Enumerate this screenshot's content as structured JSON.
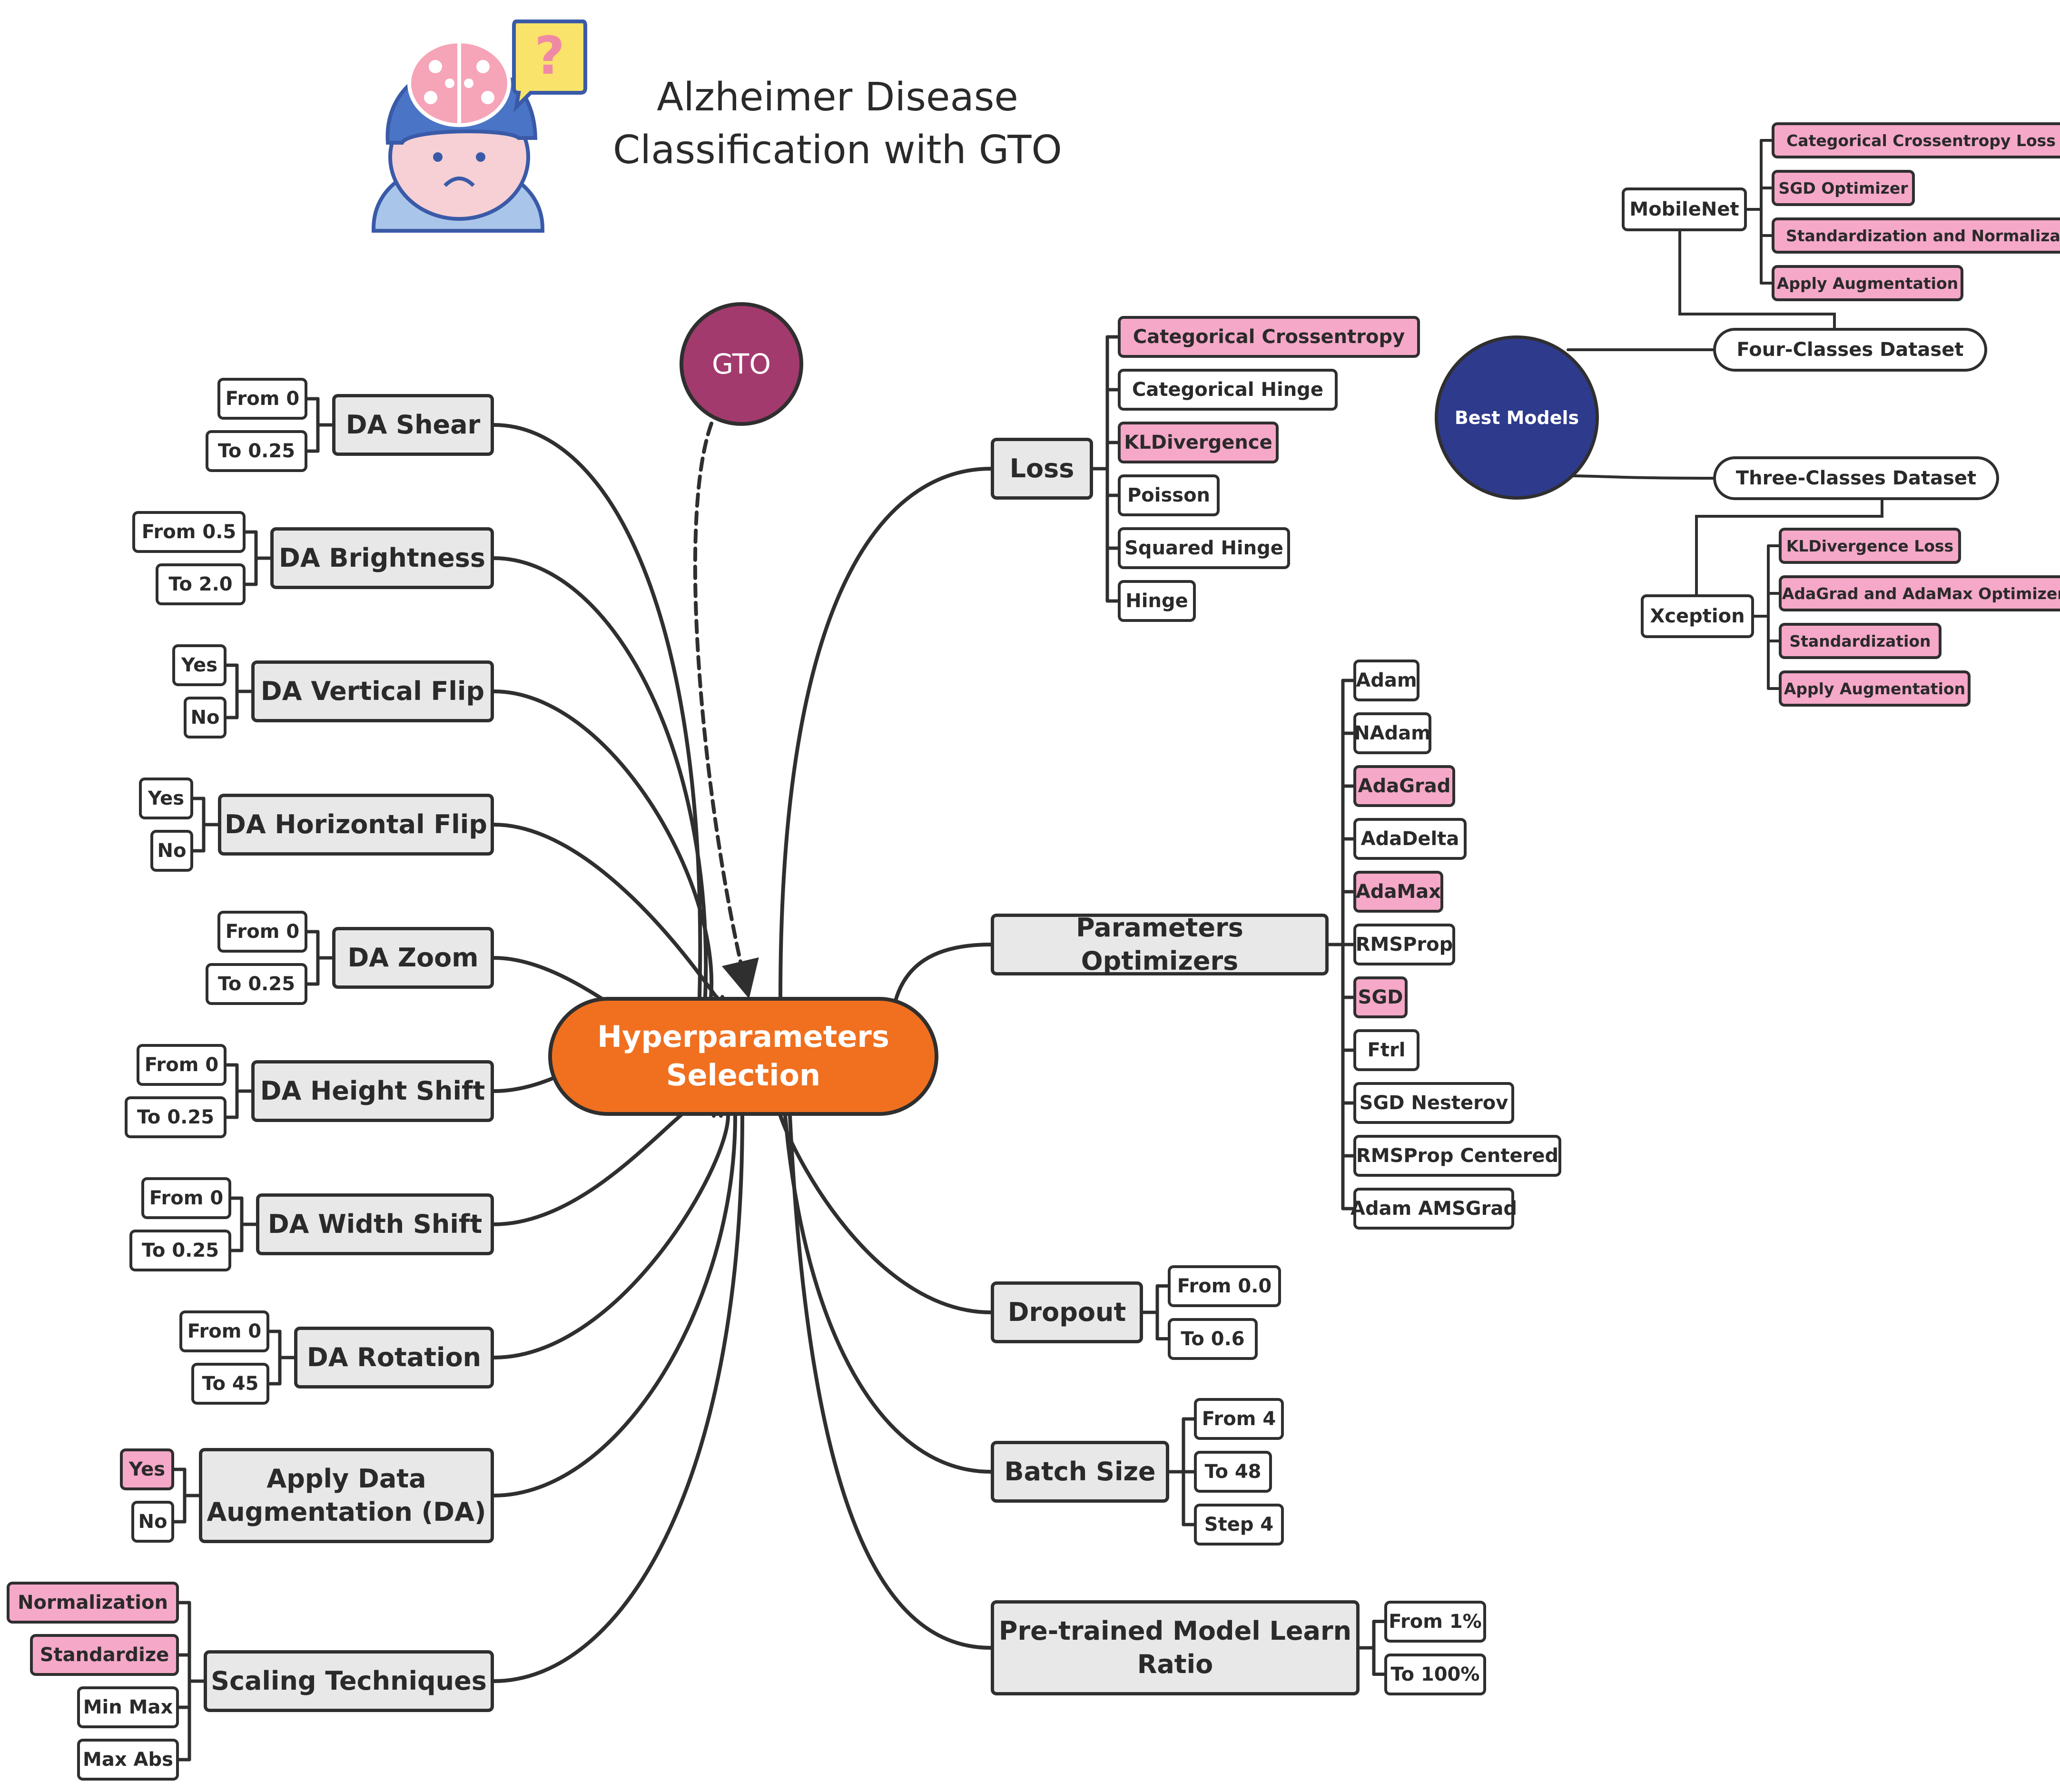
{
  "title": {
    "line1": "Alzheimer Disease",
    "line2": "Classification with GTO"
  },
  "gto": {
    "label": "GTO",
    "color": "#a33a6e"
  },
  "center": {
    "line1": "Hyperparameters",
    "line2": "Selection",
    "color": "#f07020"
  },
  "colors": {
    "highlight": "#f5a8c8",
    "category": "#e8e8e8",
    "best_models": "#2e3a8c",
    "line": "#2f2f2f"
  },
  "left_branches": [
    {
      "label": "DA Shear",
      "options": [
        {
          "label": "From 0",
          "hl": false
        },
        {
          "label": "To 0.25",
          "hl": false
        }
      ]
    },
    {
      "label": "DA Brightness",
      "options": [
        {
          "label": "From 0.5",
          "hl": false
        },
        {
          "label": "To 2.0",
          "hl": false
        }
      ]
    },
    {
      "label": "DA Vertical Flip",
      "options": [
        {
          "label": "Yes",
          "hl": false
        },
        {
          "label": "No",
          "hl": false
        }
      ]
    },
    {
      "label": "DA Horizontal Flip",
      "options": [
        {
          "label": "Yes",
          "hl": false
        },
        {
          "label": "No",
          "hl": false
        }
      ]
    },
    {
      "label": "DA Zoom",
      "options": [
        {
          "label": "From 0",
          "hl": false
        },
        {
          "label": "To 0.25",
          "hl": false
        }
      ]
    },
    {
      "label": "DA Height Shift",
      "options": [
        {
          "label": "From 0",
          "hl": false
        },
        {
          "label": "To 0.25",
          "hl": false
        }
      ]
    },
    {
      "label": "DA Width Shift",
      "options": [
        {
          "label": "From 0",
          "hl": false
        },
        {
          "label": "To 0.25",
          "hl": false
        }
      ]
    },
    {
      "label": "DA Rotation",
      "options": [
        {
          "label": "From 0",
          "hl": false
        },
        {
          "label": "To 45",
          "hl": false
        }
      ]
    },
    {
      "label": "Apply Data Augmentation (DA)",
      "options": [
        {
          "label": "Yes",
          "hl": true
        },
        {
          "label": "No",
          "hl": false
        }
      ]
    },
    {
      "label": "Scaling Techniques",
      "options": [
        {
          "label": "Normalization",
          "hl": true
        },
        {
          "label": "Standardize",
          "hl": true
        },
        {
          "label": "Min Max",
          "hl": false
        },
        {
          "label": "Max Abs",
          "hl": false
        }
      ]
    }
  ],
  "right_branches": [
    {
      "label": "Loss",
      "options": [
        {
          "label": "Categorical Crossentropy",
          "hl": true
        },
        {
          "label": "Categorical Hinge",
          "hl": false
        },
        {
          "label": "KLDivergence",
          "hl": true
        },
        {
          "label": "Poisson",
          "hl": false
        },
        {
          "label": "Squared Hinge",
          "hl": false
        },
        {
          "label": "Hinge",
          "hl": false
        }
      ]
    },
    {
      "label": "Parameters Optimizers",
      "options": [
        {
          "label": "Adam",
          "hl": false
        },
        {
          "label": "NAdam",
          "hl": false
        },
        {
          "label": "AdaGrad",
          "hl": true
        },
        {
          "label": "AdaDelta",
          "hl": false
        },
        {
          "label": "AdaMax",
          "hl": true
        },
        {
          "label": "RMSProp",
          "hl": false
        },
        {
          "label": "SGD",
          "hl": true
        },
        {
          "label": "Ftrl",
          "hl": false
        },
        {
          "label": "SGD Nesterov",
          "hl": false
        },
        {
          "label": "RMSProp Centered",
          "hl": false
        },
        {
          "label": "Adam AMSGrad",
          "hl": false
        }
      ]
    },
    {
      "label": "Dropout",
      "options": [
        {
          "label": "From 0.0",
          "hl": false
        },
        {
          "label": "To 0.6",
          "hl": false
        }
      ]
    },
    {
      "label": "Batch Size",
      "options": [
        {
          "label": "From 4",
          "hl": false
        },
        {
          "label": "To 48",
          "hl": false
        },
        {
          "label": "Step 4",
          "hl": false
        }
      ]
    },
    {
      "label": "Pre-trained Model Learn Ratio",
      "options": [
        {
          "label": "From 1%",
          "hl": false
        },
        {
          "label": "To 100%",
          "hl": false
        }
      ]
    }
  ],
  "best_models": {
    "label": "Best Models",
    "datasets": [
      {
        "label": "Four-Classes Dataset",
        "model": "MobileNet",
        "settings": [
          "Categorical Crossentropy Loss",
          "SGD Optimizer",
          "Standardization and Normalization",
          "Apply Augmentation"
        ]
      },
      {
        "label": "Three-Classes Dataset",
        "model": "Xception",
        "settings": [
          "KLDivergence Loss",
          "AdaGrad and AdaMax Optimizers",
          "Standardization",
          "Apply Augmentation"
        ]
      }
    ]
  }
}
